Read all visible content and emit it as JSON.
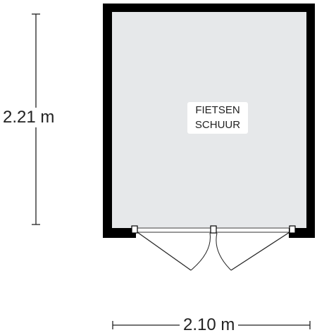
{
  "room": {
    "name_line1": "FIETSEN",
    "name_line2": "SCHUUR",
    "floor_color": "#e6e8ea",
    "wall_color": "#000000"
  },
  "dimensions": {
    "height_label": "2.21 m",
    "width_label": "2.10 m"
  }
}
